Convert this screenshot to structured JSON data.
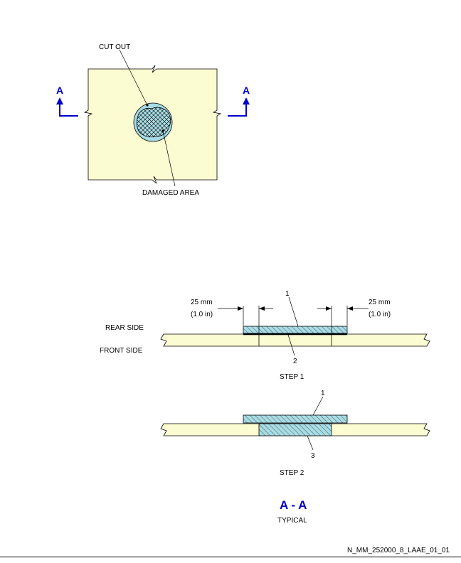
{
  "top_view": {
    "cutout_label": "CUT OUT",
    "damaged_label": "DAMAGED AREA",
    "section_left": "A",
    "section_right": "A"
  },
  "step1": {
    "rear_side": "REAR SIDE",
    "front_side": "FRONT SIDE",
    "dim_left_mm": "25 mm",
    "dim_left_in": "(1.0 in)",
    "dim_right_mm": "25 mm",
    "dim_right_in": "(1.0 in)",
    "callout_top": "1",
    "callout_bottom": "2",
    "caption": "STEP 1"
  },
  "step2": {
    "callout_top": "1",
    "callout_bottom": "3",
    "caption": "STEP 2"
  },
  "section_title": "A - A",
  "section_subtitle": "TYPICAL",
  "figure_id": "N_MM_252000_8_LAAE_01_01",
  "colors": {
    "panel": "#fcfcd2",
    "patch": "#a8dce4",
    "blue": "#0000cc"
  }
}
